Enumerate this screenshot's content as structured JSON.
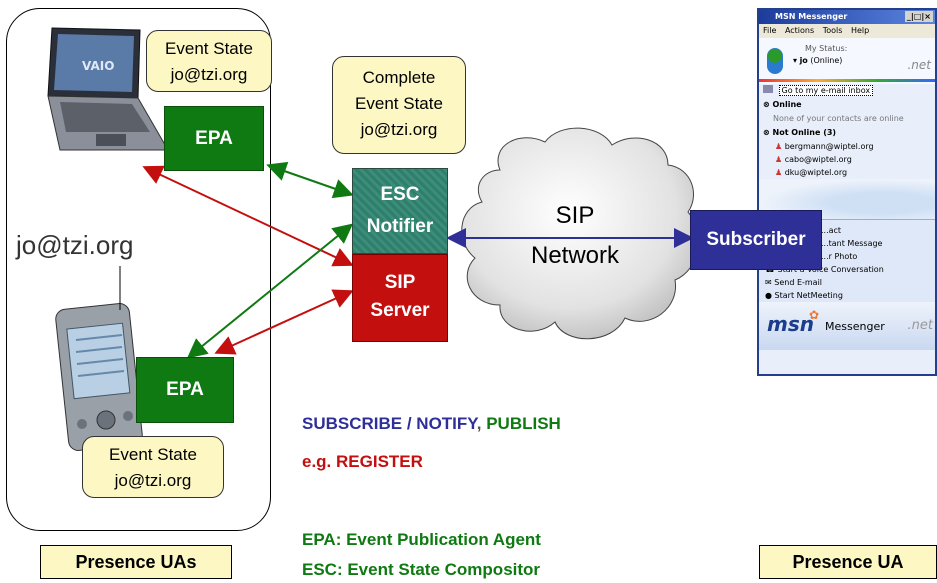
{
  "left_group": {
    "address": "jo@tzi.org",
    "top_state": {
      "line1": "Event State",
      "line2": "jo@tzi.org"
    },
    "bottom_state": {
      "line1": "Event State",
      "line2": "jo@tzi.org"
    },
    "top_epa": "EPA",
    "bottom_epa": "EPA",
    "label": "Presence UAs"
  },
  "center": {
    "complete_state": {
      "line1": "Complete",
      "line2": "Event State",
      "line3": "jo@tzi.org"
    },
    "esc": {
      "line1": "ESC",
      "line2": "Notifier"
    },
    "sip_server": {
      "line1": "SIP",
      "line2": "Server"
    }
  },
  "cloud": {
    "line1": "SIP",
    "line2": "Network"
  },
  "subscriber": "Subscriber",
  "right_label": "Presence UA",
  "legend": {
    "subscribe_notify": "SUBSCRIBE / NOTIFY",
    "separator": ", ",
    "publish": "PUBLISH",
    "register": "e.g. REGISTER",
    "epa_def": "EPA: Event Publication Agent",
    "esc_def": "ESC: Event State Compositor"
  },
  "messenger": {
    "title": "MSN Messenger",
    "window_buttons": "_|□|×",
    "menu": [
      "File",
      "Actions",
      "Tools",
      "Help"
    ],
    "my_status_label": "My Status:",
    "user": "jo",
    "user_status": "(Online)",
    "inbox_link": "Go to my e-mail inbox",
    "online_header": "Online",
    "online_note": "None of your contacts are online",
    "offline_header": "Not Online (3)",
    "contacts": [
      "bergmann@wiptel.org",
      "cabo@wiptel.org",
      "dku@wiptel.org"
    ],
    "actions": [
      "...act",
      "...tant Message",
      "...r Photo",
      "Start a Voice Conversation",
      "Send E-mail",
      "Start NetMeeting"
    ],
    "brand": "msn",
    "brand_suffix": "Messenger",
    "net_mark": ".net"
  },
  "colors": {
    "publish_green": "#0f7a12",
    "register_red": "#c40f0f",
    "subscribe_blue": "#2f2f98",
    "label_yellow": "#fdf7c3"
  }
}
